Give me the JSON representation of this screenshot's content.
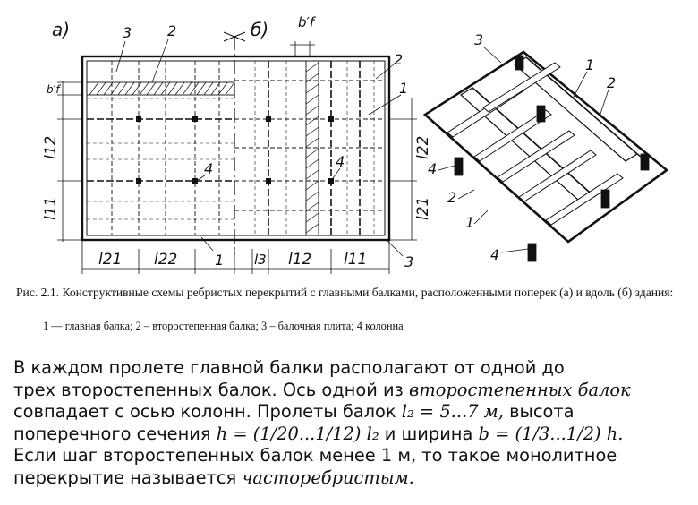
{
  "figure": {
    "panel_a": "а)",
    "panel_b": "б)",
    "labels": {
      "n1": "1",
      "n2": "2",
      "n3": "3",
      "n4": "4",
      "bf": "b′f",
      "l11": "l11",
      "l12": "l12",
      "l21": "l21",
      "l22": "l22",
      "l3": "l3"
    }
  },
  "caption": {
    "text": "Рис. 2.1. Конструктивные схемы ребристых перекрытий с главными балками, расположенными поперек (а) и вдоль (б) здания:",
    "legend": "1 — главная балка; 2 – второстепенная балка; 3 – балочная плита; 4 колонна"
  },
  "body": {
    "l1": "В каждом пролете главной балки располагают от одной до",
    "l2a": "трех второстепенных балок. Ось одной из ",
    "l2b": "второстепенных балок",
    "l3a": "совпадает с осью колонн. Пролеты балок ",
    "l3b": "l₂ = 5...7 м,",
    "l3c": " высота",
    "l4a": "поперечного сечения ",
    "l4b": "h = (1/20...1/12) l₂",
    "l4c": " и ширина ",
    "l4d": "b = (1/3...1/2) h.",
    "l5": "Если шаг второстепенных балок менее 1 м, то такое монолитное",
    "l6a": "перекрытие называется ",
    "l6b": "часторебристым."
  }
}
